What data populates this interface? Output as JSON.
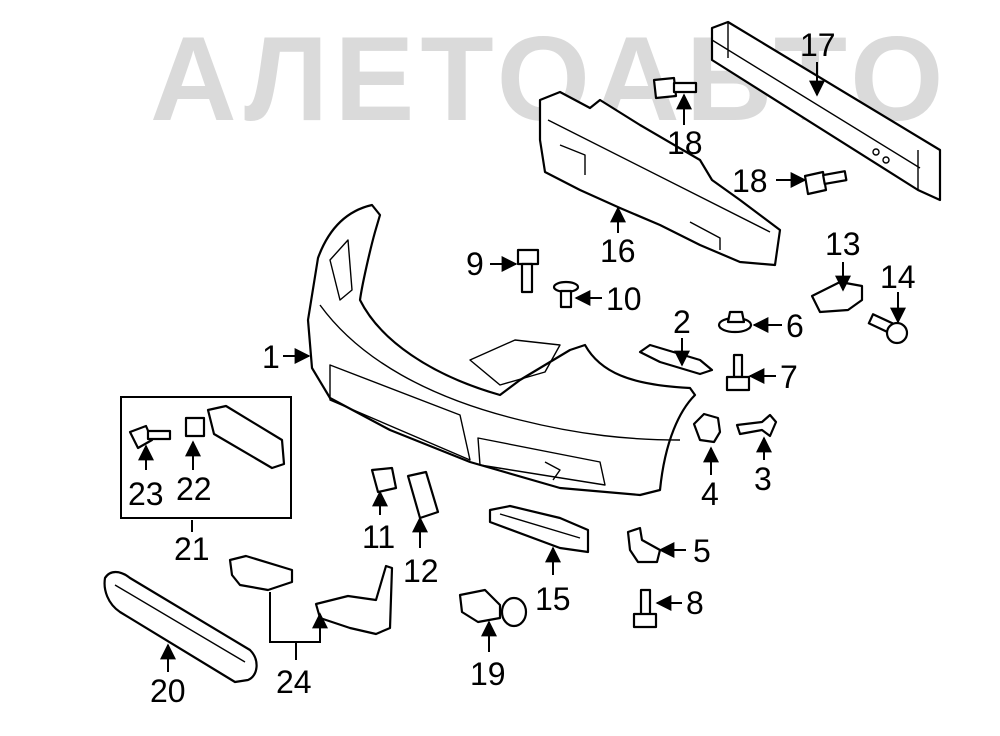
{
  "watermark": {
    "text": "АЛЕТОАВТО"
  },
  "callouts": [
    "1",
    "2",
    "3",
    "4",
    "5",
    "6",
    "7",
    "8",
    "9",
    "10",
    "11",
    "12",
    "13",
    "14",
    "15",
    "16",
    "17",
    "18",
    "18",
    "19",
    "20",
    "21",
    "22",
    "23",
    "24"
  ],
  "colors": {
    "line": "#000000",
    "watermark": "#bdbdbd",
    "background": "#ffffff"
  }
}
